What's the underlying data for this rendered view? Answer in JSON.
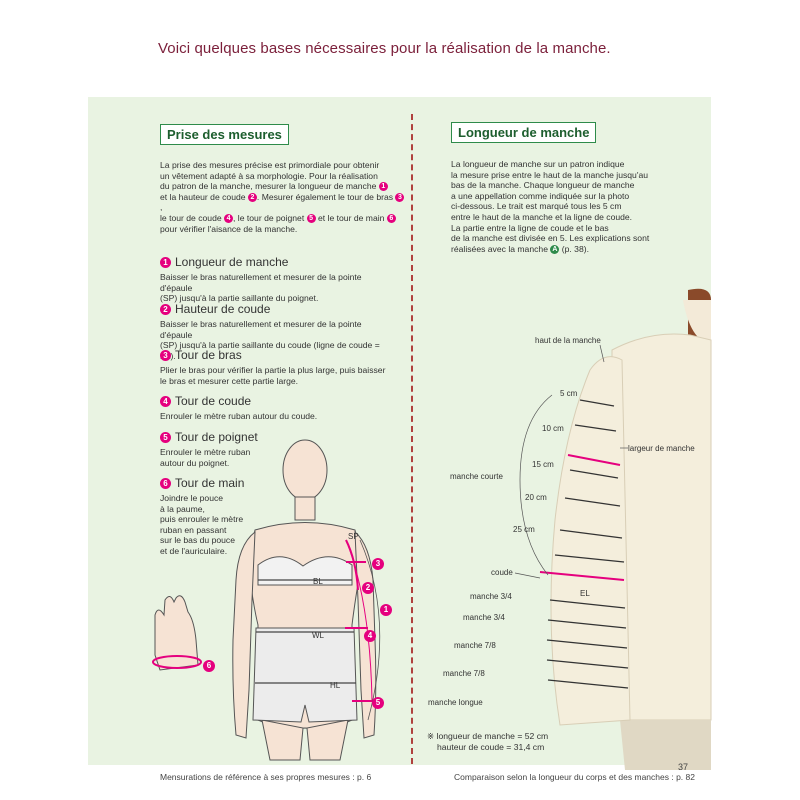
{
  "intro": "Voici quelques bases nécessaires pour la réalisation de la manche.",
  "left": {
    "heading": "Prise des mesures",
    "intro_lines": [
      "La prise des mesures précise est primordiale pour obtenir",
      "un vêtement adapté à sa morphologie. Pour la réalisation",
      "du patron de la manche, mesurer la longueur de manche",
      "et la hauteur de coude",
      ". Mesurer également le tour de bras",
      ",",
      "le tour de coude",
      ", le tour de poignet",
      " et le tour de main",
      "pour vérifier l'aisance de la manche."
    ],
    "items": [
      {
        "num": "1",
        "title": "Longueur de manche",
        "lines": [
          "Baisser le bras naturellement et mesurer de la pointe d'épaule",
          "(SP) jusqu'à la partie saillante du poignet."
        ]
      },
      {
        "num": "2",
        "title": "Hauteur de coude",
        "lines": [
          "Baisser le bras naturellement et mesurer de la pointe d'épaule",
          "(SP) jusqu'à la partie saillante du coude (ligne de coude = EL)."
        ]
      },
      {
        "num": "3",
        "title": "Tour de bras",
        "lines": [
          "Plier le bras pour vérifier la partie la plus large, puis baisser",
          "le bras et mesurer cette partie large."
        ]
      },
      {
        "num": "4",
        "title": "Tour de coude",
        "lines": [
          "Enrouler le mètre ruban autour du coude."
        ]
      },
      {
        "num": "5",
        "title": "Tour de poignet",
        "lines": [
          "Enrouler le mètre ruban",
          "autour du poignet."
        ]
      },
      {
        "num": "6",
        "title": "Tour de main",
        "lines": [
          "Joindre le pouce",
          "à la paume,",
          "puis enrouler le mètre",
          "ruban en passant",
          "sur le bas du pouce",
          "et de l'auriculaire."
        ]
      }
    ],
    "figure_labels": {
      "sp": "SP",
      "bl": "BL",
      "wl": "WL",
      "hl": "HL"
    },
    "figure_nums": [
      "3",
      "2",
      "1",
      "4",
      "5",
      "6"
    ]
  },
  "right": {
    "heading": "Longueur de manche",
    "para_lines": [
      "La longueur de manche sur un patron indique",
      "la mesure prise entre le haut de la manche jusqu'au",
      "bas de la manche. Chaque longueur de manche",
      "a une appellation comme indiquée sur la photo",
      "ci-dessous. Le trait est marqué tous les 5 cm",
      "entre le haut de la manche et la ligne de coude.",
      "La partie entre la ligne de coude et le bas",
      "de la manche est divisée en 5. Les explications sont",
      "réalisées avec la manche",
      " (p. 38)."
    ],
    "badge": "A",
    "photo_labels": {
      "haut": "haut de la manche",
      "largeur": "largeur de manche",
      "courte": "manche courte",
      "coude": "coude",
      "el": "EL",
      "m34a": "manche 3/4",
      "m34b": "manche 3/4",
      "m78a": "manche 7/8",
      "m78b": "manche 7/8",
      "longue": "manche longue",
      "cm": [
        "5 cm",
        "10 cm",
        "15 cm",
        "20 cm",
        "25 cm"
      ]
    },
    "note_line1": "longueur de manche = 52 cm",
    "note_line2": "hauteur de coude = 31,4 cm",
    "note_mark": "※"
  },
  "footer": {
    "left": "Mensurations de référence à ses propres mesures : p. 6",
    "right": "Comparaison selon la longueur du corps et des manches : p. 82",
    "page": "37"
  },
  "colors": {
    "accent_green": "#2e8b4a",
    "accent_pink": "#e5007e",
    "divider_red": "#b0413e",
    "panel_bg": "#e9f3e2",
    "intro_color": "#7b1f3a"
  }
}
